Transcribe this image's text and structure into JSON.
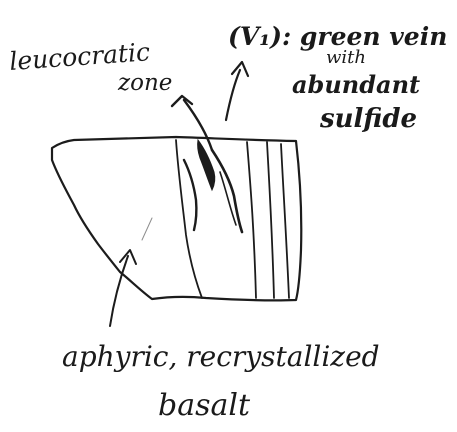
{
  "labels": {
    "leucocratic_line1": "leucocratic",
    "leucocratic_line2": "zone",
    "vein_line1": "(V₁): green vein",
    "vein_line2": "with",
    "vein_line3": "abundant",
    "vein_line4": "sulfide",
    "basalt_line1": "aphyric, recrystallized",
    "basalt_line2": "basalt"
  },
  "colors": {
    "ink": "#1c1c1c",
    "paper": "#ffffff"
  }
}
